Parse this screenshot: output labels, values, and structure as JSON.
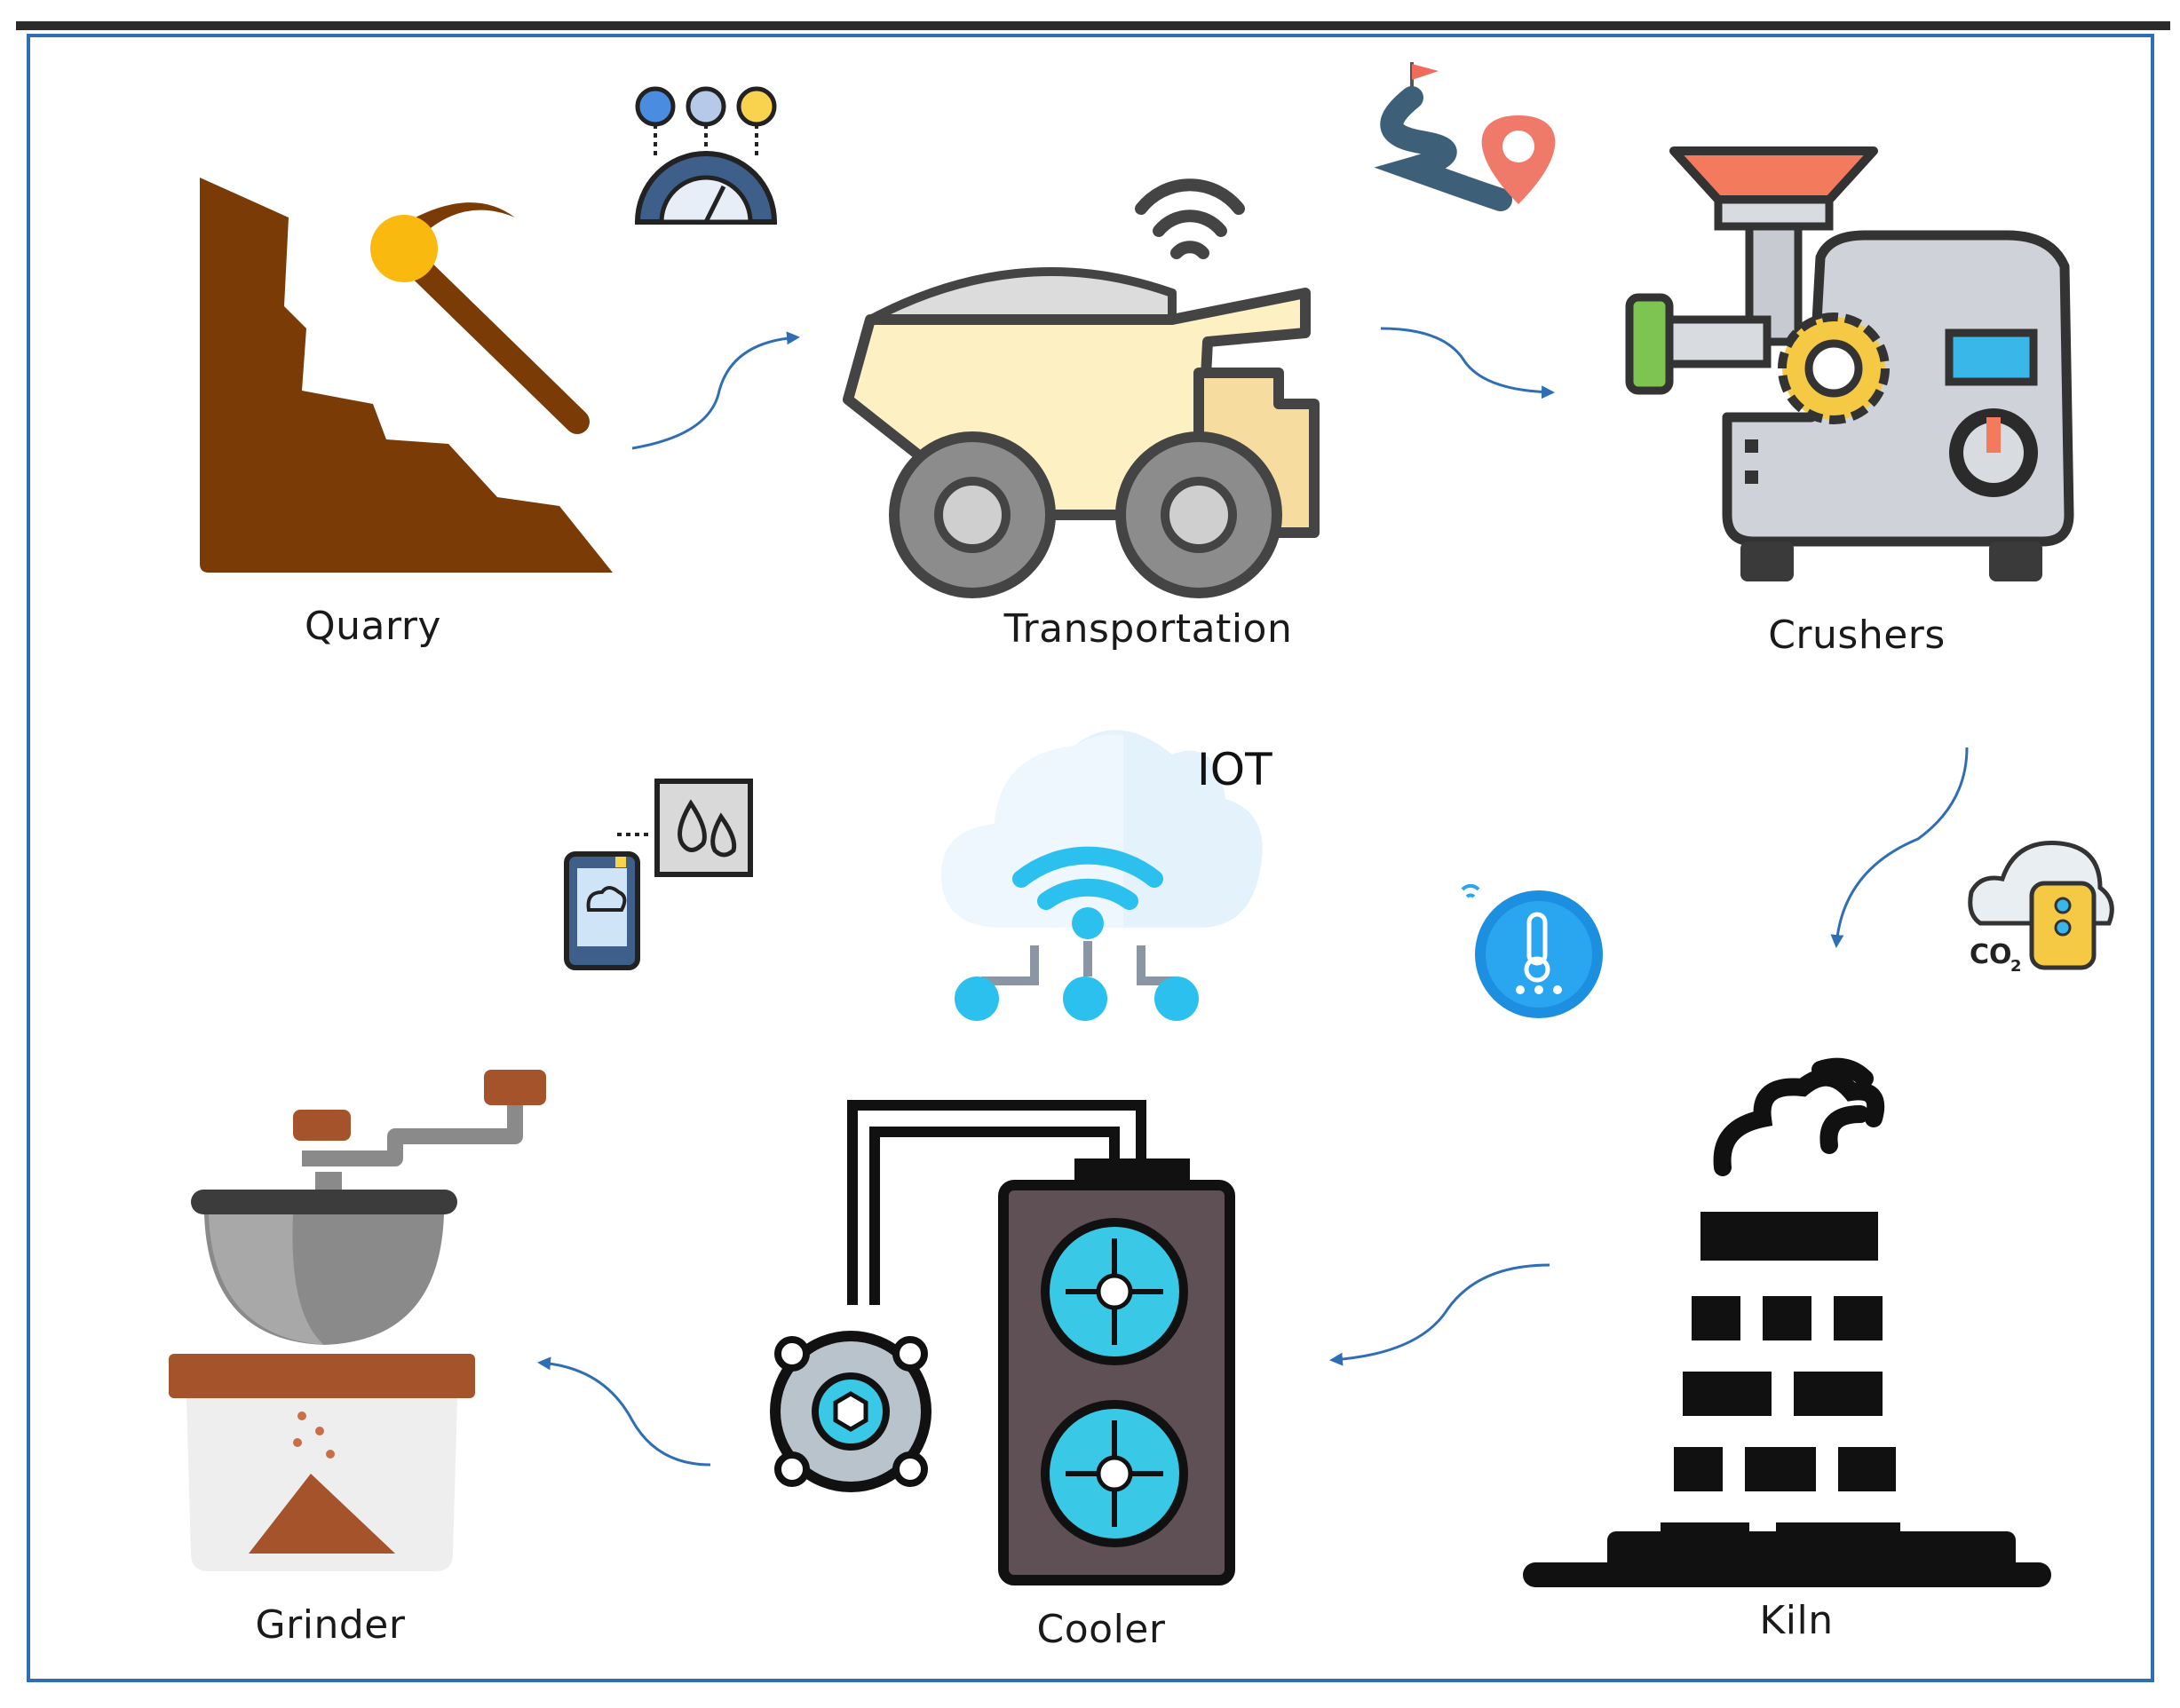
{
  "stages": {
    "quarry": "Quarry",
    "transportation": "Transportation",
    "crushers": "Crushers",
    "kiln": "Kiln",
    "cooler": "Cooler",
    "grinder": "Grinder"
  },
  "iot": {
    "label": "IOT"
  },
  "colors": {
    "frame": "#2f6eb5",
    "arrow": "#2f6eb5",
    "earth": "#7a3b07",
    "pickaxe_head": "#f9b90f",
    "truck_body": "#fdf1c4",
    "fan": "#39c8e6",
    "cloud_wifi": "#2bc0ee"
  },
  "icons": [
    "quarry-pickaxe-icon",
    "dump-truck-icon",
    "meat-grinder-crusher-icon",
    "kiln-chimney-icon",
    "cooler-fan-icon",
    "coffee-grinder-icon",
    "cloud-iot-icon",
    "kpi-gauge-icon",
    "route-map-pin-icon",
    "co2-sensor-icon",
    "temperature-sensor-icon",
    "humidity-phone-icon"
  ]
}
